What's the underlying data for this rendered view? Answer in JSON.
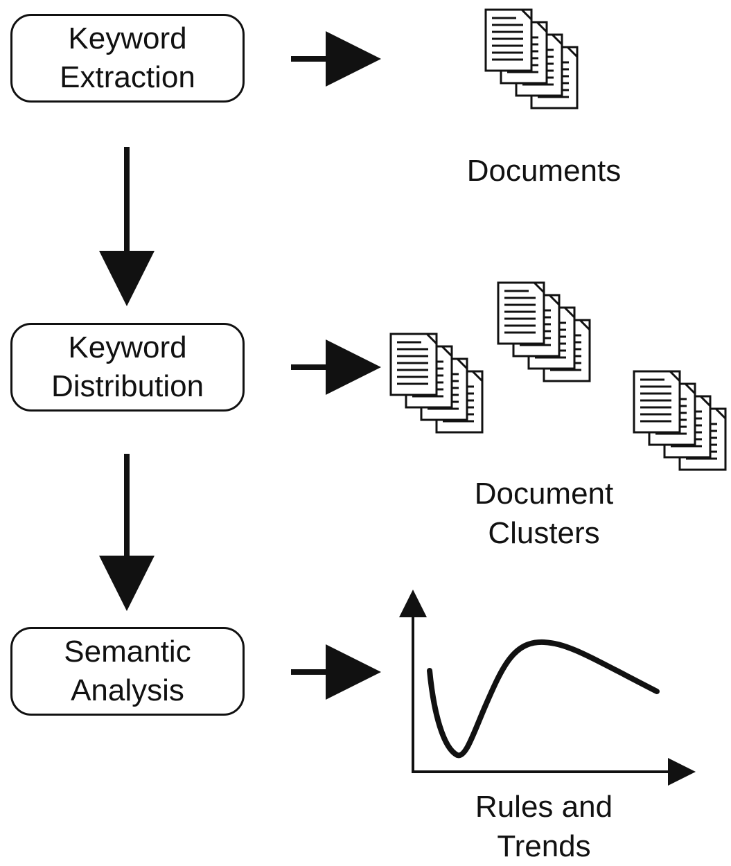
{
  "steps": [
    {
      "line1": "Keyword",
      "line2": "Extraction"
    },
    {
      "line1": "Keyword",
      "line2": "Distribution"
    },
    {
      "line1": "Semantic",
      "line2": "Analysis"
    }
  ],
  "outputs": {
    "documents": {
      "line1": "Documents"
    },
    "clusters": {
      "line1": "Document",
      "line2": "Clusters"
    },
    "trends": {
      "line1": "Rules and",
      "line2": "Trends"
    }
  },
  "icons": {
    "document_stack": "document-stack-icon",
    "trend_chart": "trend-chart-icon",
    "arrow": "arrow-icon"
  },
  "colors": {
    "ink": "#111111",
    "background": "#ffffff"
  }
}
